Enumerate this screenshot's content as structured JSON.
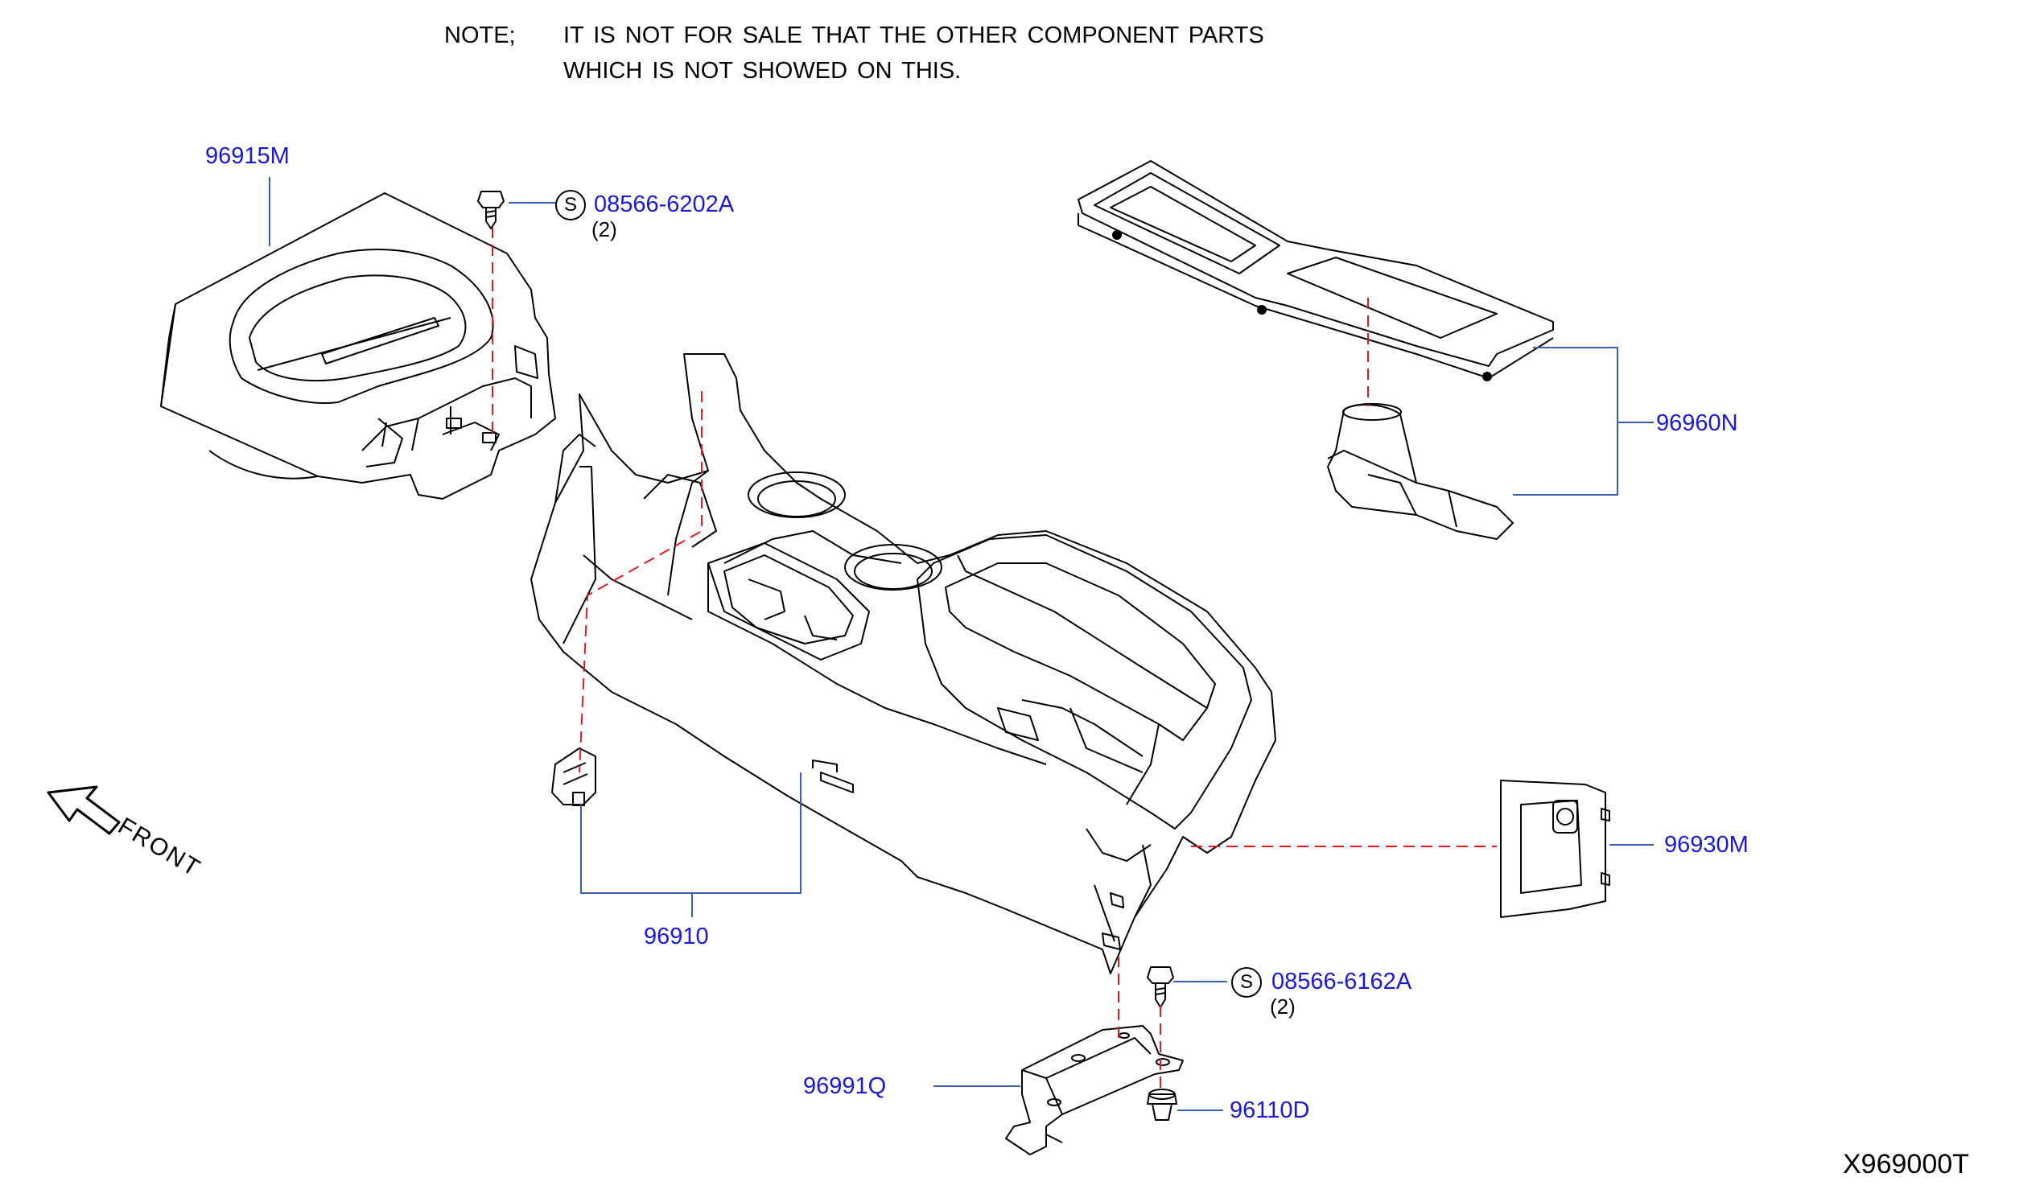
{
  "note": {
    "prefix": "NOTE;",
    "line1": "IT  IS  NOT  FOR  SALE  THAT  THE  OTHER  COMPONENT  PARTS",
    "line2": "WHICH  IS  NOT  SHOWED  ON  THIS."
  },
  "parts": {
    "p96915m": "96915M",
    "screw_top": "08566-6202A",
    "screw_top_qty": "(2)",
    "p96960n": "96960N",
    "p96930m": "96930M",
    "p96910": "96910",
    "screw_bottom": "08566-6162A",
    "screw_bottom_qty": "(2)",
    "p96991q": "96991Q",
    "p96110d": "96110D",
    "standard_symbol": "S"
  },
  "direction_label": "FRONT",
  "diagram_ref": "X969000T",
  "colors": {
    "part_label": "#1a1ad6",
    "leader_line": "#3b5fb0",
    "center_line": "#e01b24",
    "drawing": "#000000"
  }
}
